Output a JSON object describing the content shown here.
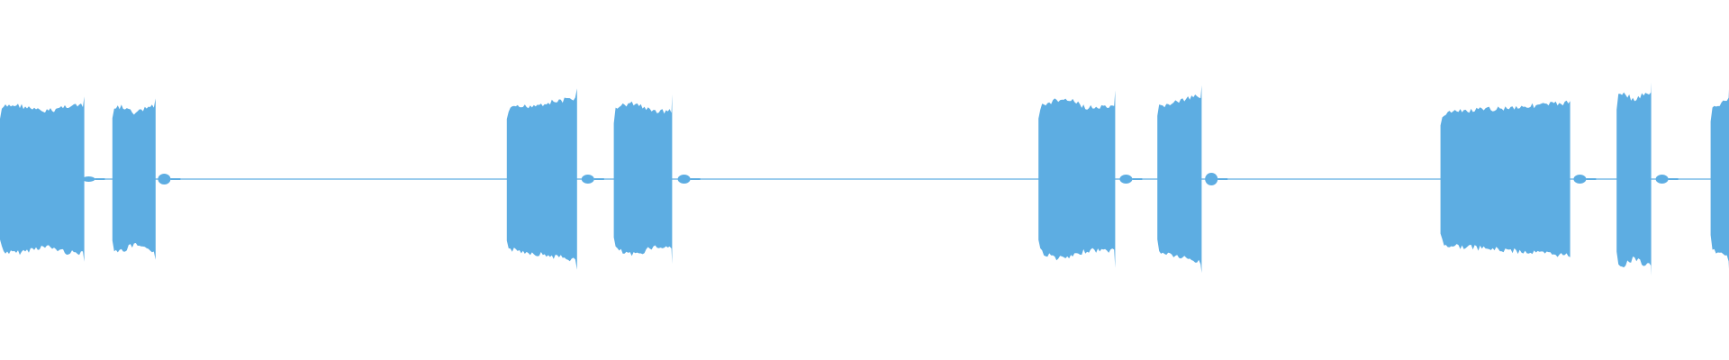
{
  "waveform": {
    "color": "#5dade2",
    "background": "#ffffff",
    "duration_s": 16,
    "peak_amplitude": 1.0,
    "bursts": [
      {
        "start": 0.0,
        "end": 0.78,
        "amplitude": 0.82,
        "shape": "flat"
      },
      {
        "start": 1.04,
        "end": 1.44,
        "amplitude": 0.8,
        "shape": "flat"
      },
      {
        "start": 4.69,
        "end": 5.34,
        "amplitude": 0.9,
        "shape": "rising"
      },
      {
        "start": 5.68,
        "end": 6.22,
        "amplitude": 0.84,
        "shape": "hump"
      },
      {
        "start": 9.61,
        "end": 10.32,
        "amplitude": 0.88,
        "shape": "hump"
      },
      {
        "start": 10.71,
        "end": 11.12,
        "amplitude": 0.93,
        "shape": "rising"
      },
      {
        "start": 13.33,
        "end": 14.53,
        "amplitude": 0.85,
        "shape": "rising"
      },
      {
        "start": 14.96,
        "end": 15.28,
        "amplitude": 0.96,
        "shape": "flat"
      },
      {
        "start": 15.83,
        "end": 16.0,
        "amplitude": 0.89,
        "shape": "rising"
      }
    ],
    "tails": [
      {
        "time": 0.82,
        "amplitude": 0.03
      },
      {
        "time": 1.52,
        "amplitude": 0.06
      },
      {
        "time": 5.44,
        "amplitude": 0.05
      },
      {
        "time": 6.33,
        "amplitude": 0.05
      },
      {
        "time": 10.42,
        "amplitude": 0.05
      },
      {
        "time": 11.21,
        "amplitude": 0.07
      },
      {
        "time": 14.62,
        "amplitude": 0.05
      },
      {
        "time": 15.38,
        "amplitude": 0.05
      }
    ]
  }
}
